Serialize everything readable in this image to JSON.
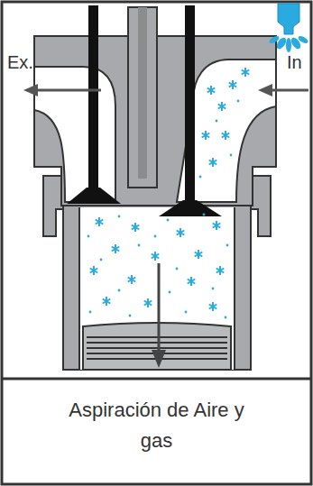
{
  "diagram": {
    "caption": "Aspiración de Aire y gas",
    "labels": [
      "Ex.",
      "In"
    ]
  }
}
